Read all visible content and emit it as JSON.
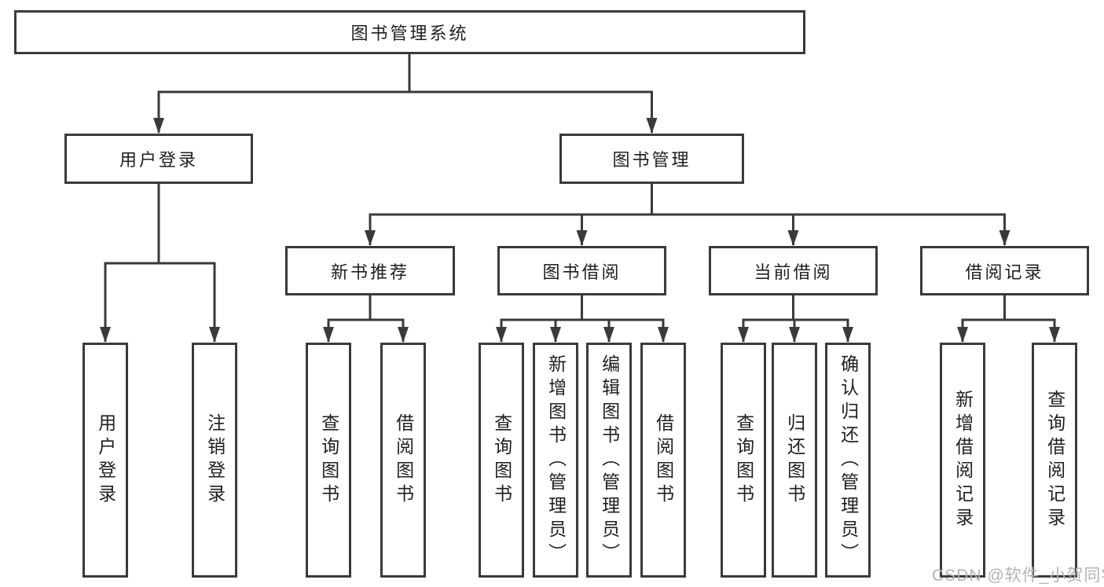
{
  "diagram": {
    "root": "图书管理系统",
    "level2": [
      "用户登录",
      "图书管理"
    ],
    "level3": [
      "新书推荐",
      "图书借阅",
      "当前借阅",
      "借阅记录"
    ],
    "leaves_user_login": [
      "用户登录",
      "注销登录"
    ],
    "leaves_new_books": [
      "查询图书",
      "借阅图书"
    ],
    "leaves_book_borrow": [
      "查询图书",
      "新增图书（管理员）",
      "编辑图书（管理员）",
      "借阅图书"
    ],
    "leaves_current_borrow": [
      "查询图书",
      "归还图书",
      "确认归还（管理员）"
    ],
    "leaves_borrow_records": [
      "新增借阅记录",
      "查询借阅记录"
    ]
  },
  "watermark": "CSDN @软件_小贺同学",
  "colors": {
    "line": "#3a3a3a",
    "text": "#1f1f1f",
    "watermark": "#b3b3b3",
    "background": "#ffffff"
  }
}
